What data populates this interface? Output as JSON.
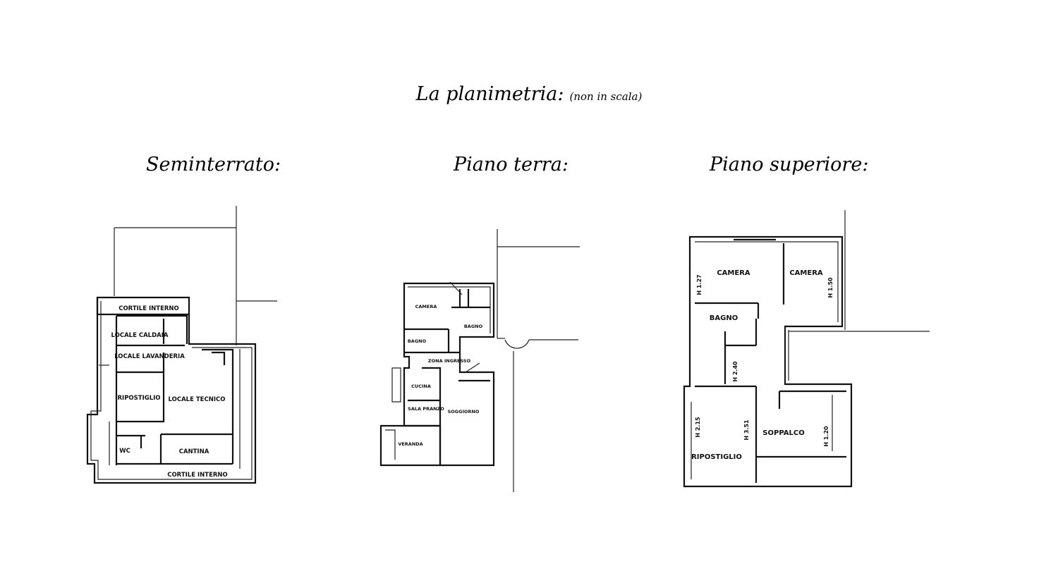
{
  "title": {
    "main": "La planimetria:",
    "note": "(non in scala)"
  },
  "floors": [
    {
      "title": "Seminterrato:",
      "rooms": [
        "CORTILE INTERNO",
        "LOCALE CALDAIA",
        "LOCALE LAVANDERIA",
        "RIPOSTIGLIO",
        "LOCALE TECNICO",
        "WC",
        "CANTINA",
        "CORTILE INTERNO"
      ]
    },
    {
      "title": "Piano terra:",
      "rooms": [
        "CAMERA",
        "BAGNO",
        "BAGNO",
        "ZONA INGRESSO",
        "CUCINA",
        "SALA PRANZO",
        "SOGGIORNO",
        "VERANDA"
      ]
    },
    {
      "title": "Piano superiore:",
      "rooms": [
        "CAMERA",
        "CAMERA",
        "BAGNO",
        "SOPPALCO",
        "RIPOSTIGLIO"
      ],
      "heights": [
        "H 1.27",
        "H 1.50",
        "H 2.40",
        "H 2.15",
        "H 3.51",
        "H 1.20"
      ]
    }
  ]
}
